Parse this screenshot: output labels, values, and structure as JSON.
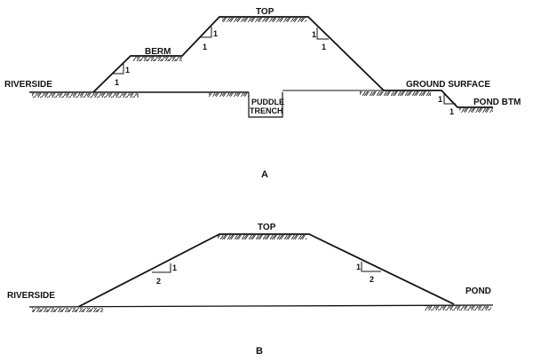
{
  "figure_a": {
    "caption": "A",
    "labels": {
      "riverside": "RIVERSIDE",
      "berm": "BERM",
      "top": "TOP",
      "ground_surface": "GROUND SURFACE",
      "pond_btm": "POND BTM",
      "puddle": "PUDDLE",
      "trench": "TRENCH"
    },
    "slope_ratios": {
      "lower_riverside": {
        "rise": "1",
        "run": "1"
      },
      "upper_riverside": {
        "rise": "1",
        "run": "1"
      },
      "landside": {
        "rise": "1",
        "run": "1"
      },
      "pond_cut": {
        "rise": "1",
        "run": "1"
      }
    }
  },
  "figure_b": {
    "caption": "B",
    "labels": {
      "riverside": "RIVERSIDE",
      "top": "TOP",
      "pond": "POND"
    },
    "slope_ratios": {
      "riverside": {
        "rise": "1",
        "run": "2"
      },
      "landside": {
        "rise": "1",
        "run": "2"
      }
    }
  },
  "colors": {
    "line": "#111111",
    "background": "#ffffff"
  }
}
